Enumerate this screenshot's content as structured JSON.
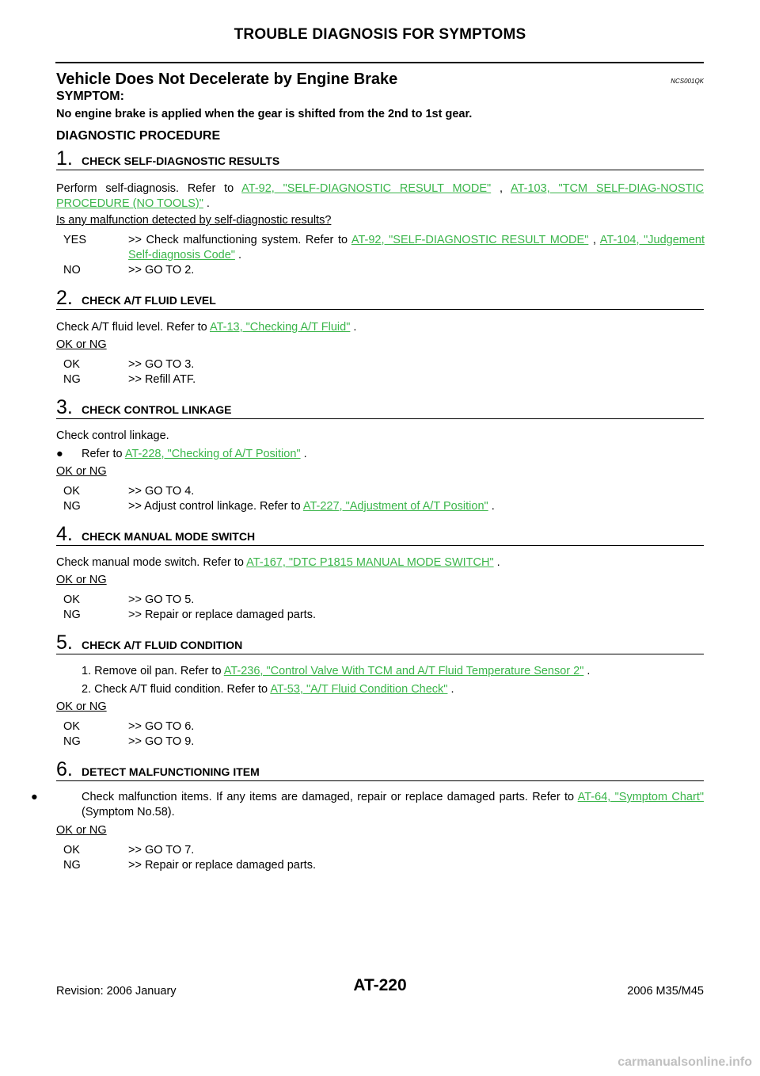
{
  "header": {
    "title": "TROUBLE DIAGNOSIS FOR SYMPTOMS"
  },
  "section": {
    "title": "Vehicle Does Not Decelerate by Engine Brake",
    "code": "NCS001QK",
    "symptom_label": "SYMPTOM:",
    "symptom_text": "No engine brake is applied when the gear is shifted from the 2nd to 1st gear.",
    "diag_title": "DIAGNOSTIC PROCEDURE"
  },
  "steps": [
    {
      "num": "1.",
      "title": "CHECK SELF-DIAGNOSTIC RESULTS",
      "text_pre": "Perform self-diagnosis. Refer to ",
      "link1": "AT-92, \"SELF-DIAGNOSTIC RESULT MODE\"",
      "sep": " , ",
      "link2": "AT-103, \"TCM SELF-DIAG-NOSTIC PROCEDURE (NO TOOLS)\"",
      "text_post": " .",
      "question": "Is any malfunction detected by self-diagnostic results?",
      "answers": [
        {
          "key": "YES",
          "pre": ">> Check malfunctioning system. Refer to ",
          "link1": "AT-92, \"SELF-DIAGNOSTIC RESULT MODE\"",
          "sep": " , ",
          "link2": "AT-104, \"Judgement Self-diagnosis Code\"",
          "post": " ."
        },
        {
          "key": "NO",
          "text": ">> GO TO 2."
        }
      ]
    },
    {
      "num": "2.",
      "title": "CHECK A/T FLUID LEVEL",
      "text_pre": "Check A/T fluid level. Refer to ",
      "link1": "AT-13, \"Checking A/T Fluid\"",
      "text_post": " .",
      "question": "OK or NG",
      "answers": [
        {
          "key": "OK",
          "text": ">> GO TO 3."
        },
        {
          "key": "NG",
          "text": ">> Refill ATF."
        }
      ]
    },
    {
      "num": "3.",
      "title": "CHECK CONTROL LINKAGE",
      "text": "Check control linkage.",
      "bullet_pre": "Refer to ",
      "link1": "AT-228, \"Checking of A/T Position\"",
      "text_post": " .",
      "question": "OK or NG",
      "answers": [
        {
          "key": "OK",
          "text": ">> GO TO 4."
        },
        {
          "key": "NG",
          "pre": ">> Adjust control linkage. Refer to ",
          "link1": "AT-227, \"Adjustment of A/T Position\"",
          "post": " ."
        }
      ]
    },
    {
      "num": "4.",
      "title": "CHECK MANUAL MODE SWITCH",
      "text_pre": "Check manual mode switch. Refer to ",
      "link1": "AT-167, \"DTC P1815 MANUAL MODE SWITCH\"",
      "text_post": " .",
      "question": "OK or NG",
      "answers": [
        {
          "key": "OK",
          "text": ">> GO TO 5."
        },
        {
          "key": "NG",
          "text": ">> Repair or replace damaged parts."
        }
      ]
    },
    {
      "num": "5.",
      "title": "CHECK A/T FLUID CONDITION",
      "item1_pre": "1. Remove oil pan. Refer to ",
      "item1_link": "AT-236, \"Control Valve With TCM and A/T Fluid Temperature Sensor 2\"",
      "item2_pre": "2. Check A/T fluid condition. Refer to ",
      "item2_link": "AT-53, \"A/T Fluid Condition Check\"",
      "text_post": " .",
      "question": "OK or NG",
      "answers": [
        {
          "key": "OK",
          "text": ">> GO TO 6."
        },
        {
          "key": "NG",
          "text": ">> GO TO 9."
        }
      ]
    },
    {
      "num": "6.",
      "title": "DETECT MALFUNCTIONING ITEM",
      "bullet_pre": "Check malfunction items. If any items are damaged, repair or replace damaged parts. Refer to ",
      "link1": "AT-64, \"Symptom Chart\"",
      "bullet_post": "  (Symptom No.58).",
      "question": "OK or NG",
      "answers": [
        {
          "key": "OK",
          "text": ">> GO TO 7."
        },
        {
          "key": "NG",
          "text": ">> Repair or replace damaged parts."
        }
      ]
    }
  ],
  "footer": {
    "revision": "Revision: 2006 January",
    "page": "AT-220",
    "model": "2006 M35/M45",
    "watermark": "carmanualsonline.info"
  }
}
